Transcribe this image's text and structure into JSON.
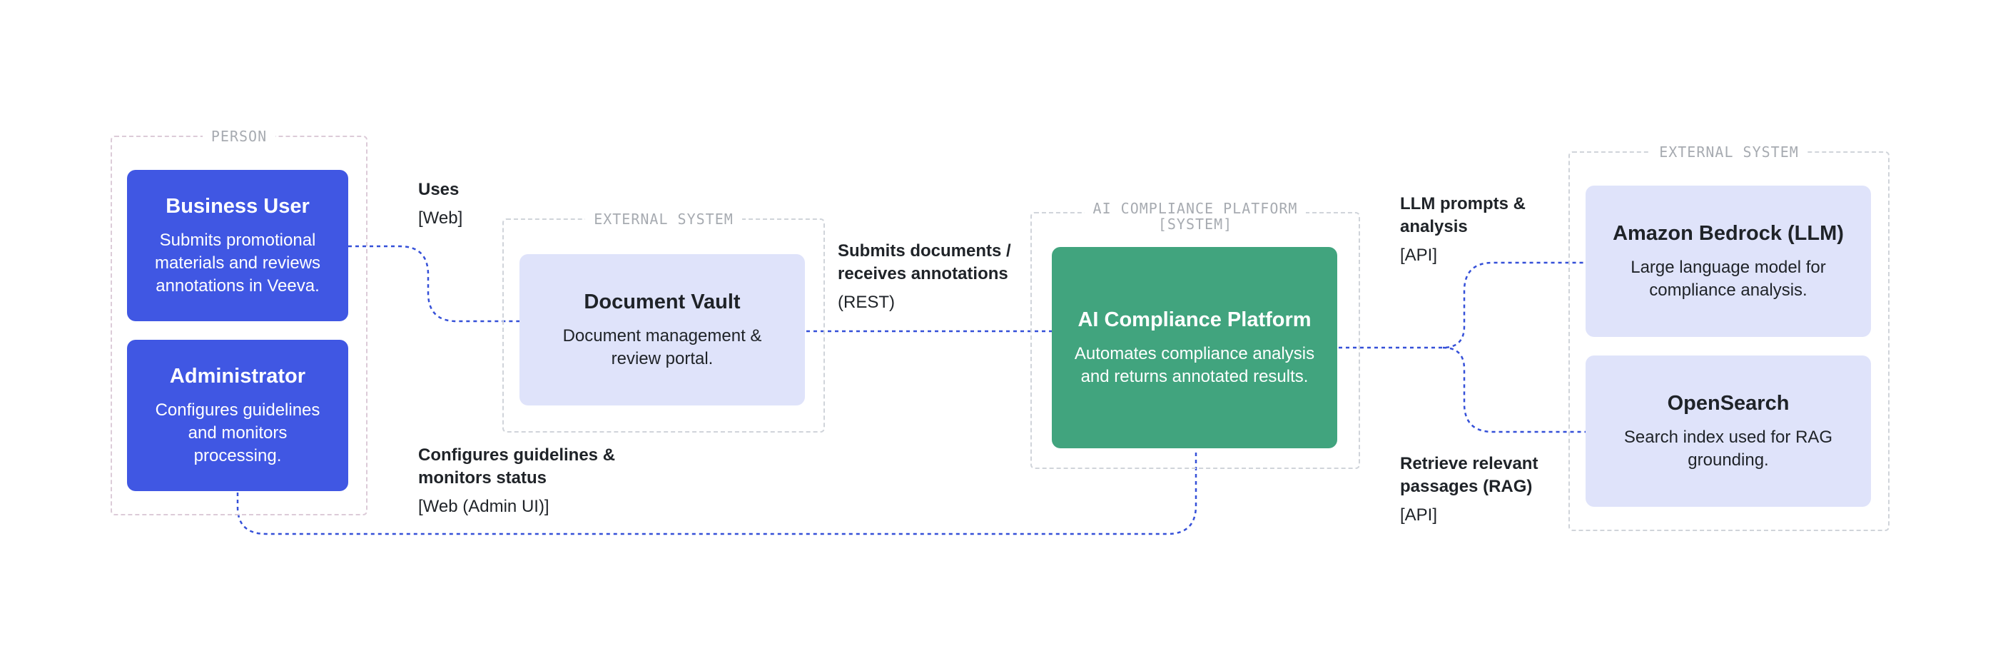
{
  "boundaries": {
    "person": "PERSON",
    "document_vault": "EXTERNAL SYSTEM",
    "platform_line1": "AI COMPLIANCE PLATFORM",
    "platform_line2": "[SYSTEM]",
    "external_right": "EXTERNAL SYSTEM"
  },
  "nodes": {
    "business_user": {
      "title": "Business User",
      "desc": "Submits promotional materials and reviews annotations in Veeva."
    },
    "administrator": {
      "title": "Administrator",
      "desc": "Configures guidelines and monitors processing."
    },
    "document_vault": {
      "title": "Document Vault",
      "desc": "Document management & review portal."
    },
    "ai_platform": {
      "title": "AI Compliance Platform",
      "desc": "Automates compliance analysis and returns annotated results."
    },
    "bedrock": {
      "title": "Amazon Bedrock (LLM)",
      "desc": "Large language model for compliance analysis."
    },
    "opensearch": {
      "title": "OpenSearch",
      "desc": "Search index used for RAG grounding."
    }
  },
  "edges": {
    "uses": {
      "title": "Uses",
      "tech": "[Web]"
    },
    "submits": {
      "title": "Submits documents / receives annotations",
      "tech": "(REST)"
    },
    "configures": {
      "title": "Configures guidelines & monitors status",
      "tech": "[Web (Admin UI)]"
    },
    "llm": {
      "title": "LLM prompts & analysis",
      "tech": "[API]"
    },
    "retrieve": {
      "title": "Retrieve relevant passages (RAG)",
      "tech": "[API]"
    }
  },
  "colors": {
    "person": "#4057e3",
    "external": "#dfe3fa",
    "core": "#41a47e",
    "connector": "#3550d8",
    "boundary": "#d0d4da"
  }
}
